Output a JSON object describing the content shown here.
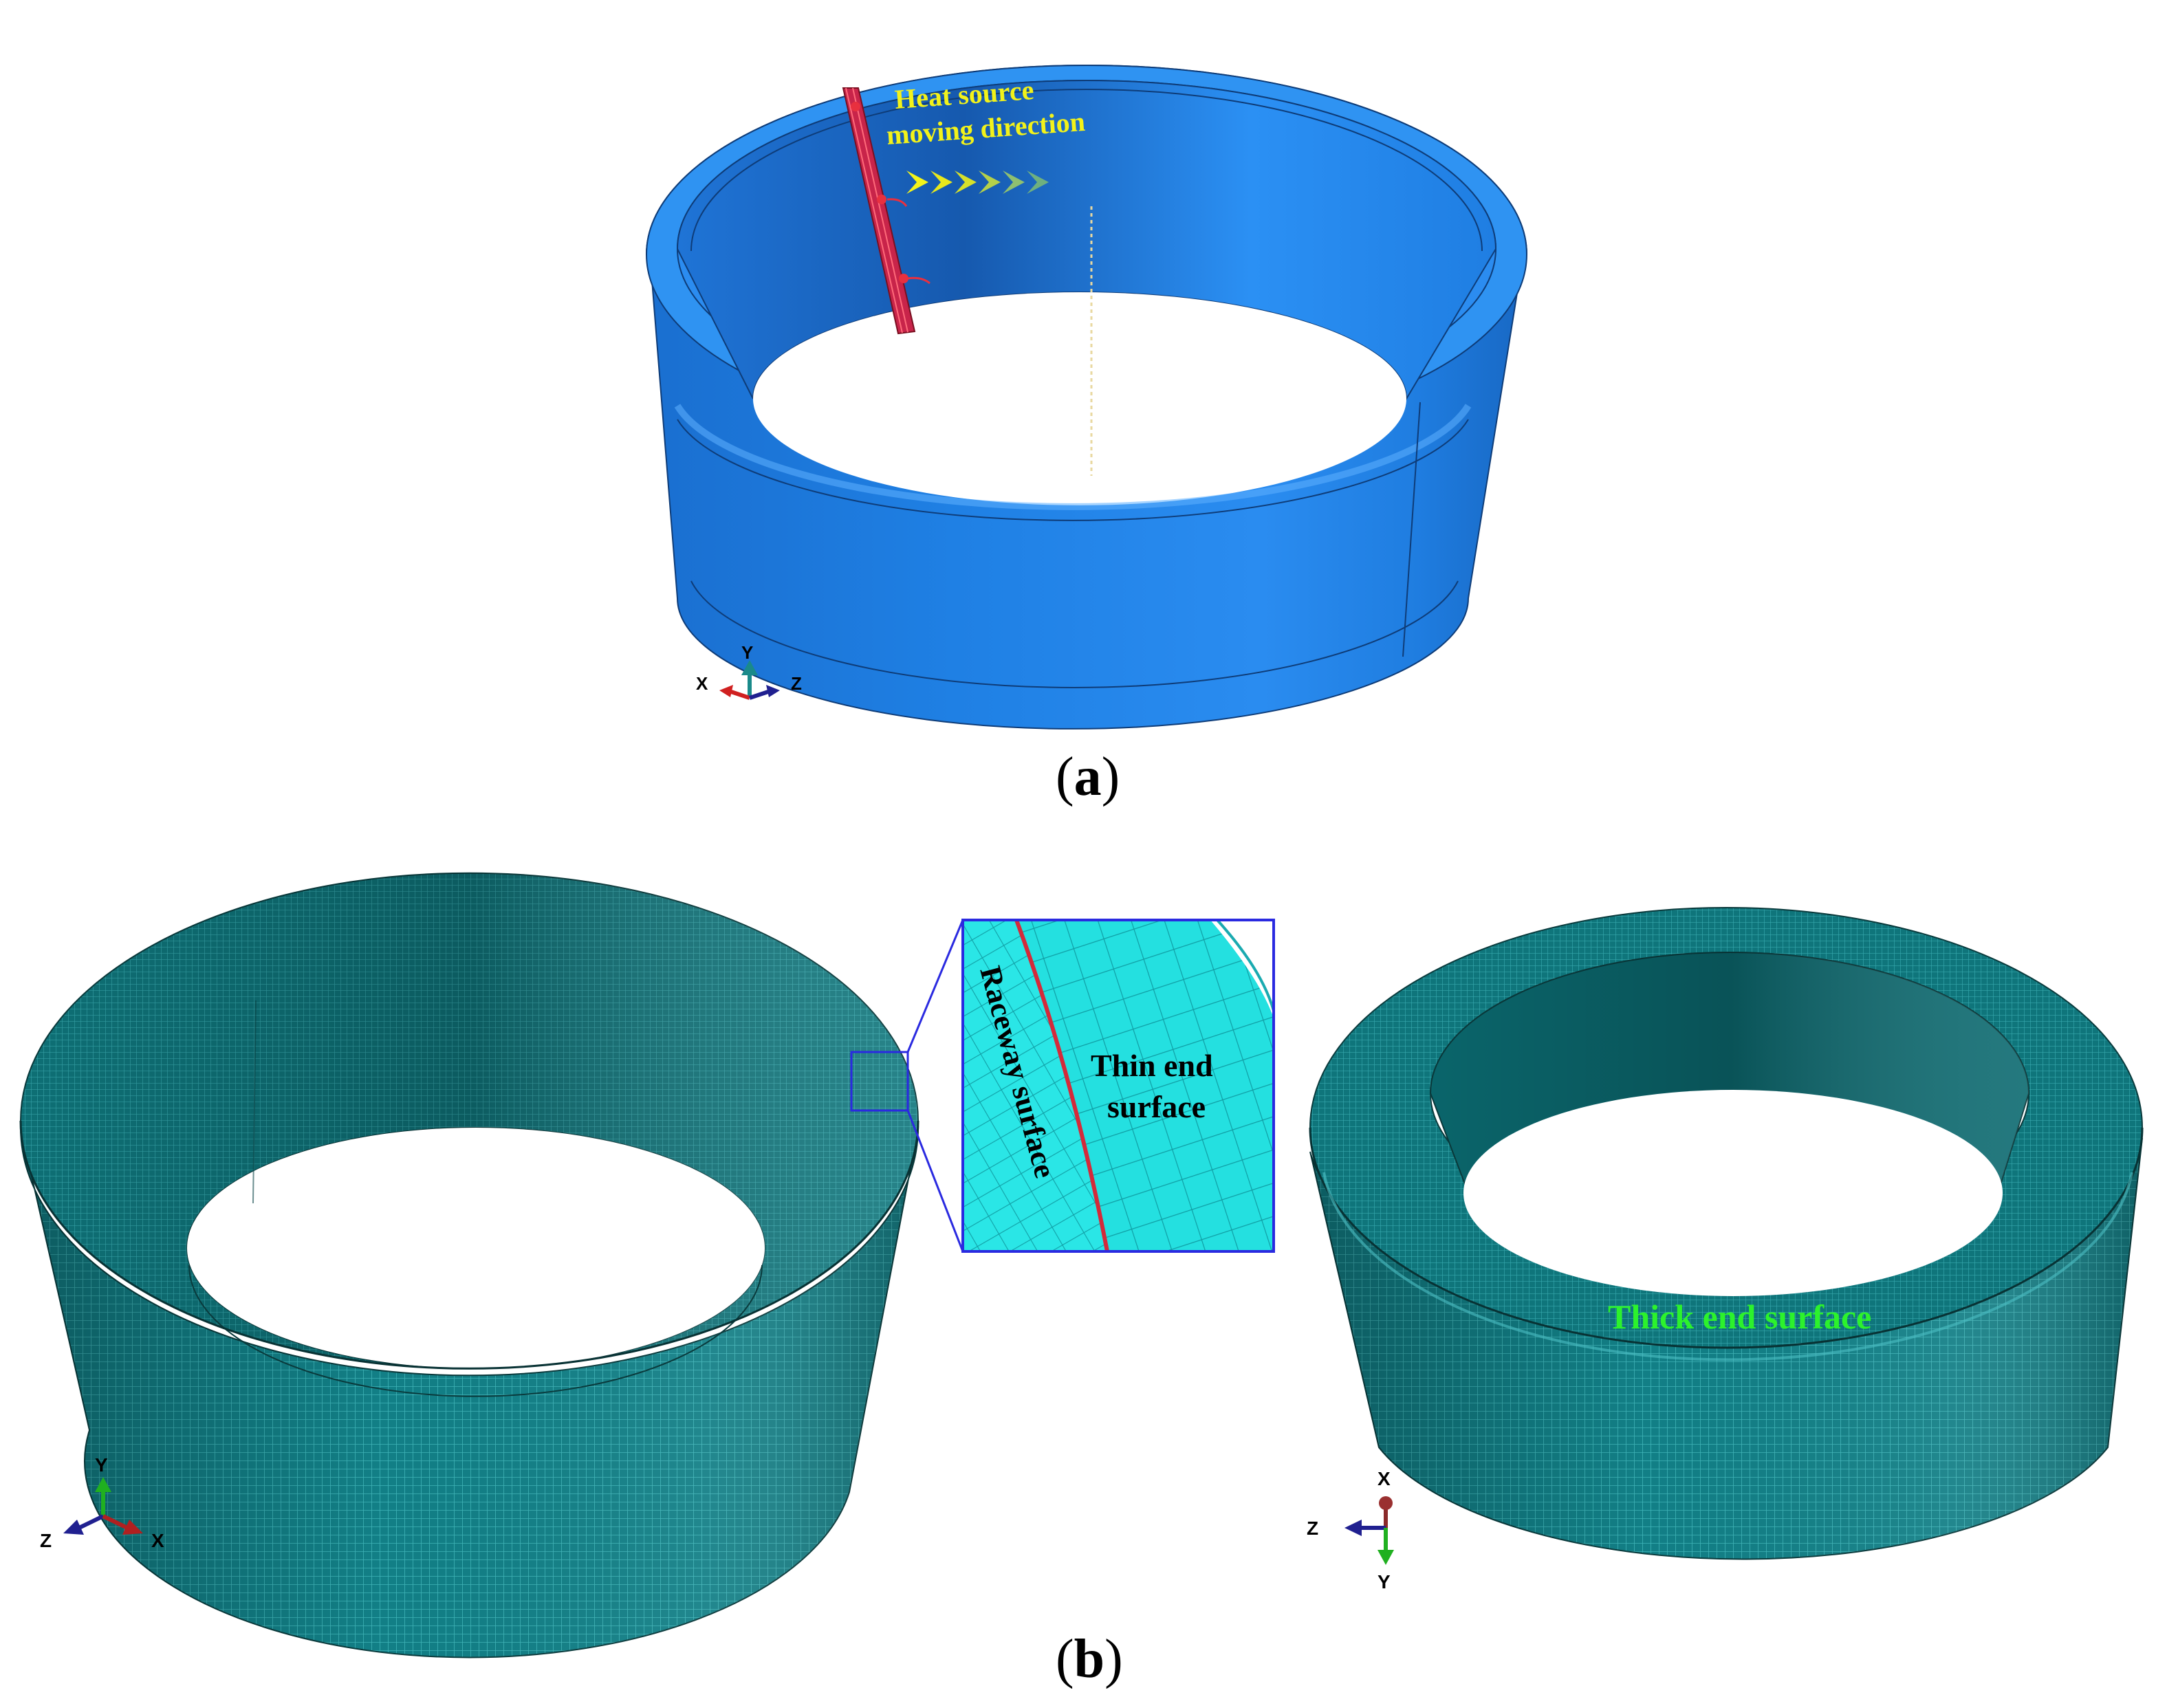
{
  "panel_a": {
    "caption_open": "(",
    "caption_letter": "a",
    "caption_close": ")",
    "annotation_line1": "Heat source",
    "annotation_line2": "moving direction",
    "axes": {
      "up": "Y",
      "left": "X",
      "right": "Z"
    }
  },
  "panel_b": {
    "caption_open": "(",
    "caption_letter": "b",
    "caption_close": ")",
    "inset_label_raceway": "Raceway surface",
    "inset_label_thin_1": "Thin end",
    "inset_label_thin_2": "surface",
    "thick_label": "Thick end surface",
    "axes_left": {
      "up": "Y",
      "left": "Z",
      "right": "X"
    },
    "axes_right": {
      "up": "X",
      "left": "Z",
      "down": "Y"
    }
  },
  "colors": {
    "ring_blue": "#1f7fe0",
    "ring_blue_dark": "#1561b8",
    "mesh_teal": "#127f86",
    "mesh_teal_dark": "#0a5e63",
    "inset_cyan": "#25e3e3",
    "heat_source_red": "#d42a3a",
    "annotation_yellow": "#f2f21a",
    "thick_label_green": "#2cf22c",
    "inset_frame_blue": "#2a2ae0"
  }
}
